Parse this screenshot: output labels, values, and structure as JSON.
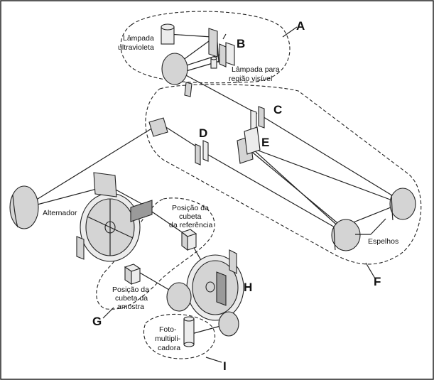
{
  "labels": {
    "lampada_uv": [
      "Lâmpada",
      "ultravioleta"
    ],
    "lampada_vis": [
      "Lâmpada para",
      "região visível"
    ],
    "alternador": "Alternador",
    "cubeta_ref": [
      "Posição da",
      "cubeta",
      "da referência"
    ],
    "cubeta_amostra": [
      "Posição da",
      "cubeta da",
      "amostra"
    ],
    "espelhos": "Espelhos",
    "foto": [
      "Foto-",
      "multipli-",
      "cadora"
    ]
  },
  "letters": {
    "A": "A",
    "B": "B",
    "C": "C",
    "D": "D",
    "E": "E",
    "F": "F",
    "G": "G",
    "H": "H",
    "I": "I"
  }
}
